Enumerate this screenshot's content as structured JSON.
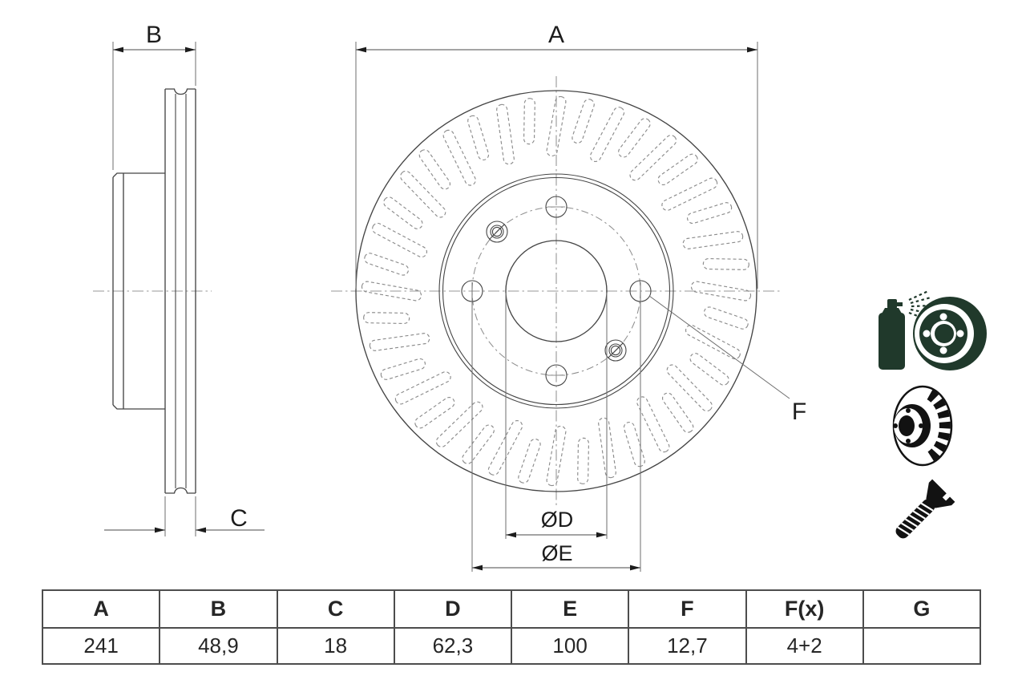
{
  "colors": {
    "outline": "#454545",
    "centerline": "#979797",
    "dimension": "#6e6e6e",
    "arrow": "#1c1c1c",
    "icon_green": "#20392b",
    "icon_black": "#121212"
  },
  "dimensions": {
    "a_label": "A",
    "b_label": "B",
    "c_label": "C",
    "d_label": "ØD",
    "e_label": "ØE",
    "f_label": "F"
  },
  "front_view": {
    "vents": {
      "count": 40,
      "outer_r": 243,
      "inner_long": 168,
      "inner_short": 186,
      "width": 13,
      "tilt_deg": 10
    }
  },
  "table": {
    "headers": [
      "A",
      "B",
      "C",
      "D",
      "E",
      "F",
      "F(x)",
      "G"
    ],
    "values": [
      "241",
      "48,9",
      "18",
      "62,3",
      "100",
      "12,7",
      "4+2",
      ""
    ]
  },
  "icons": [
    {
      "name": "spray-coating-icon"
    },
    {
      "name": "vented-disc-icon"
    },
    {
      "name": "countersunk-screw-icon"
    }
  ]
}
